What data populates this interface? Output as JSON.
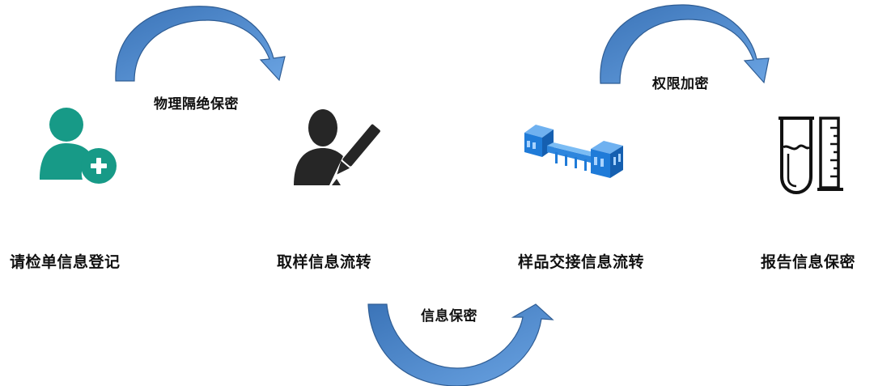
{
  "steps": [
    {
      "label": "请检单信息登记",
      "icon": "user-add-icon",
      "color": "#179a87"
    },
    {
      "label": "取样信息流转",
      "icon": "user-edit-icon",
      "color": "#262626"
    },
    {
      "label": "样品交接信息流转",
      "icon": "conveyor-network-icon",
      "color": "#1f7bd8"
    },
    {
      "label": "报告信息保密",
      "icon": "test-tube-icon",
      "color": "#111111"
    }
  ],
  "arrows": [
    {
      "label": "物理隔绝保密",
      "color": "#4a86c8"
    },
    {
      "label": "信息保密",
      "color": "#4a86c8"
    },
    {
      "label": "权限加密",
      "color": "#4a86c8"
    }
  ]
}
